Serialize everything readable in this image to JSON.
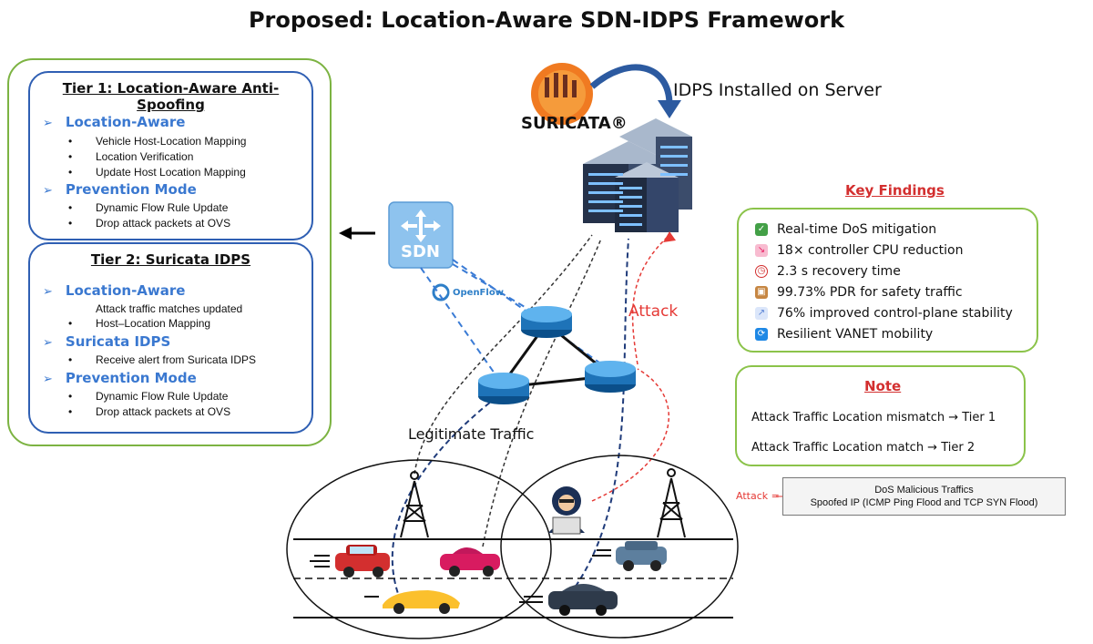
{
  "title": "Proposed: Location-Aware SDN-IDPS Framework",
  "tier1": {
    "title": "Tier 1: Location-Aware Anti-Spoofing",
    "sections": [
      {
        "heading": "Location-Aware",
        "items": [
          "Vehicle Host-Location Mapping",
          "Location Verification",
          "Update Host Location Mapping"
        ]
      },
      {
        "heading": "Prevention Mode",
        "items": [
          "Dynamic Flow Rule Update",
          "Drop attack packets at OVS"
        ]
      }
    ]
  },
  "tier2": {
    "title": "Tier 2: Suricata IDPS",
    "sections": [
      {
        "heading": "Location-Aware",
        "items": [
          "Attack traffic matches updated",
          "Host–Location Mapping"
        ]
      },
      {
        "heading": "Suricata IDPS",
        "items": [
          "Receive alert from Suricata IDPS"
        ]
      },
      {
        "heading": "Prevention Mode",
        "items": [
          "Dynamic Flow Rule Update",
          "Drop attack packets at OVS"
        ]
      }
    ]
  },
  "suricata_logo": "SURICATA®",
  "idps_label": "IDPS Installed on Server",
  "sdn_label": "SDN",
  "openflow_label": "OpenFlow",
  "attack_label": "Attack",
  "legit_label": "Legitimate Traffic",
  "key_findings": {
    "title": "Key Findings",
    "items": [
      {
        "icon": "check-icon",
        "text": "Real-time DoS mitigation",
        "color": "#43a047"
      },
      {
        "icon": "chart-down-icon",
        "text": "18× controller CPU reduction",
        "color": "#e91e63"
      },
      {
        "icon": "stopwatch-icon",
        "text": "2.3 s recovery time",
        "color": "#d32f2f"
      },
      {
        "icon": "package-icon",
        "text": "99.73% PDR for safety traffic",
        "color": "#c68642"
      },
      {
        "icon": "chart-up-icon",
        "text": "76% improved control-plane stability",
        "color": "#5c85d6"
      },
      {
        "icon": "cycle-icon",
        "text": "Resilient VANET mobility",
        "color": "#1e88e5"
      }
    ]
  },
  "note": {
    "title": "Note",
    "lines": [
      "Attack Traffic Location mismatch → Tier 1",
      "Attack Traffic Location match → Tier 2"
    ]
  },
  "legend": {
    "prefix": "Attack =",
    "line1": "DoS Malicious Traffics",
    "line2": "Spoofed IP (ICMP Ping Flood and TCP SYN Flood)"
  },
  "colors": {
    "tier_border": "#2f5fb3",
    "outer_border": "#7cb342",
    "attack": "#e53935",
    "openflow": "#3a7bd5"
  }
}
